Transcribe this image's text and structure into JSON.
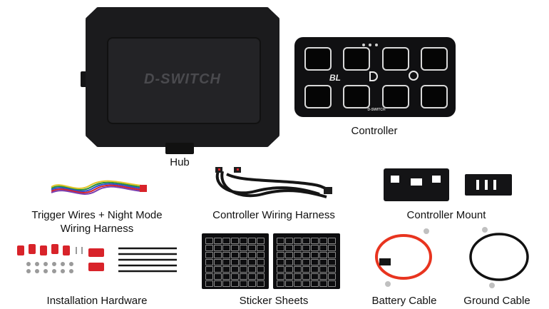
{
  "hub": {
    "label": "Hub",
    "logo_text": "D-SWITCH"
  },
  "controller": {
    "label": "Controller",
    "left_icon_text": "BL",
    "brand_text": "D-SWITCH"
  },
  "trigger_wires": {
    "label_line1": "Trigger Wires + Night Mode",
    "label_line2": "Wiring Harness"
  },
  "controller_harness": {
    "label": "Controller Wiring Harness"
  },
  "controller_mount": {
    "label": "Controller Mount"
  },
  "installation_hardware": {
    "label": "Installation Hardware"
  },
  "sticker_sheets": {
    "label": "Sticker Sheets"
  },
  "battery_cable": {
    "label": "Battery Cable",
    "color": "#e8341f"
  },
  "ground_cable": {
    "label": "Ground Cable",
    "color": "#111111"
  },
  "colors": {
    "background": "#ffffff",
    "product_black": "#1b1b1d",
    "accent_red": "#d8232a"
  }
}
